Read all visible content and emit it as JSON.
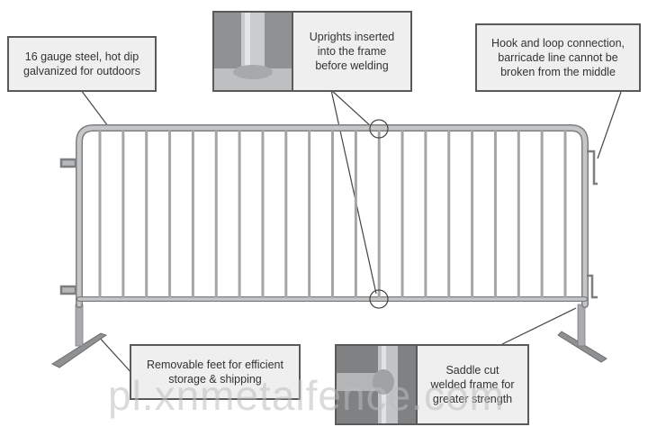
{
  "callouts": {
    "steel": [
      "16 gauge steel, hot dip",
      "galvanized for outdoors"
    ],
    "uprights": [
      "Uprights inserted",
      "into the frame",
      "before welding"
    ],
    "hook": [
      "Hook and loop connection,",
      "barricade line cannot be",
      "broken from the middle"
    ],
    "feet": [
      "Removable feet for efficient",
      "storage & shipping"
    ],
    "saddle": [
      "Saddle cut",
      "welded frame for",
      "greater strength"
    ]
  },
  "watermark": "pl.xnmetalfence.com",
  "colors": {
    "frame": "#a9abad",
    "frame_dark": "#7c7e80",
    "callout_bg": "#efefef",
    "callout_border": "#5a5a5a",
    "leader_line": "#444444"
  }
}
